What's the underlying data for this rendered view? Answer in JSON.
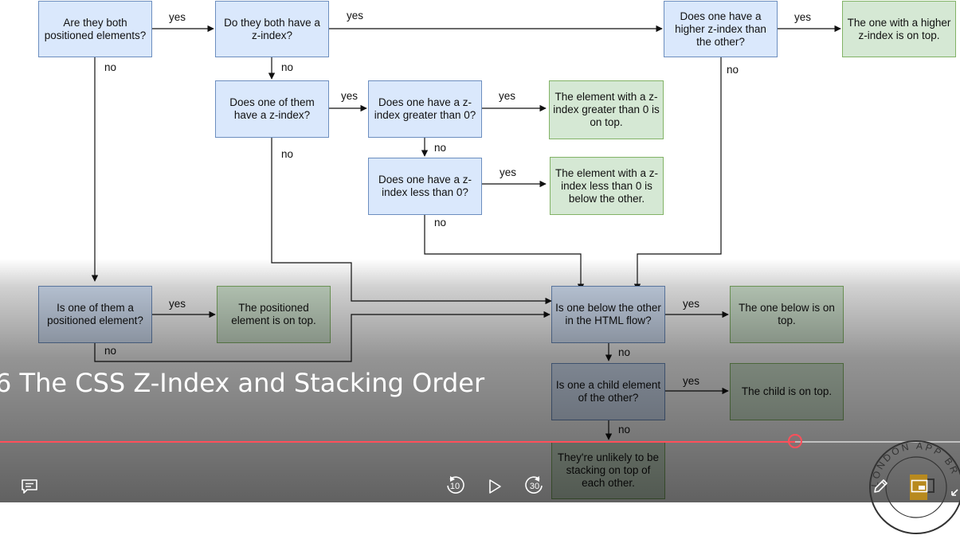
{
  "flowchart": {
    "nodes": {
      "q_both_positioned": "Are they both positioned elements?",
      "q_both_zindex": "Do they both have a z-index?",
      "q_higher_zindex": "Does one have a higher z-index than the other?",
      "r_higher_zindex": "The one with a higher z-index is on top.",
      "q_one_zindex": "Does one of them have a z-index?",
      "q_greater_zero": "Does one have a z-index greater than 0?",
      "r_greater_zero": "The element with a z-index greater than 0 is on top.",
      "q_less_zero": "Does one have a z-index less than 0?",
      "r_less_zero": "The element with a z-index less than 0 is below the other.",
      "q_one_positioned": "Is one of them a positioned element?",
      "r_positioned": "The positioned element is on top.",
      "q_below_flow": "Is one below the other in the HTML flow?",
      "r_below": "The one below is on top.",
      "q_child": "Is one a child element of the other?",
      "r_child": "The child is on top.",
      "r_unlikely": "They're unlikely to be stacking on top of each other."
    },
    "labels": {
      "yes": "yes",
      "no": "no"
    }
  },
  "player": {
    "video_title": "6 The CSS Z-Index and Stacking Order",
    "progress": 0.828,
    "rewind_seconds": "10",
    "forward_seconds": "30",
    "accent_color": "#ff4f5a",
    "logo_text": "LONDON APP BR"
  }
}
